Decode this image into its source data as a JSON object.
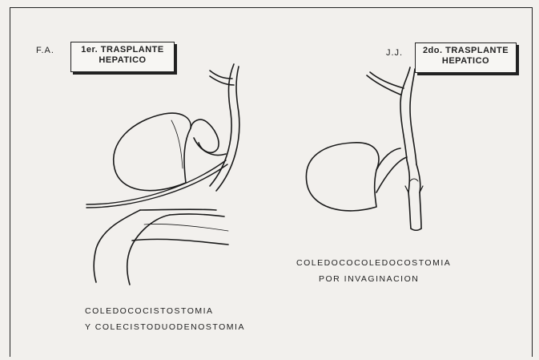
{
  "left": {
    "initials": "F.A.",
    "box_line1": "1er. TRASPLANTE",
    "box_line2": "HEPATICO",
    "caption_line1": "COLEDOCOCISTOSTOMIA",
    "caption_line2": "Y COLECISTODUODENOSTOMIA"
  },
  "right": {
    "initials": "J.J.",
    "box_line1": "2do. TRASPLANTE",
    "box_line2": "HEPATICO",
    "caption_line1": "COLEDOCOCOLEDOCOSTOMIA",
    "caption_line2": "POR INVAGINACION"
  }
}
